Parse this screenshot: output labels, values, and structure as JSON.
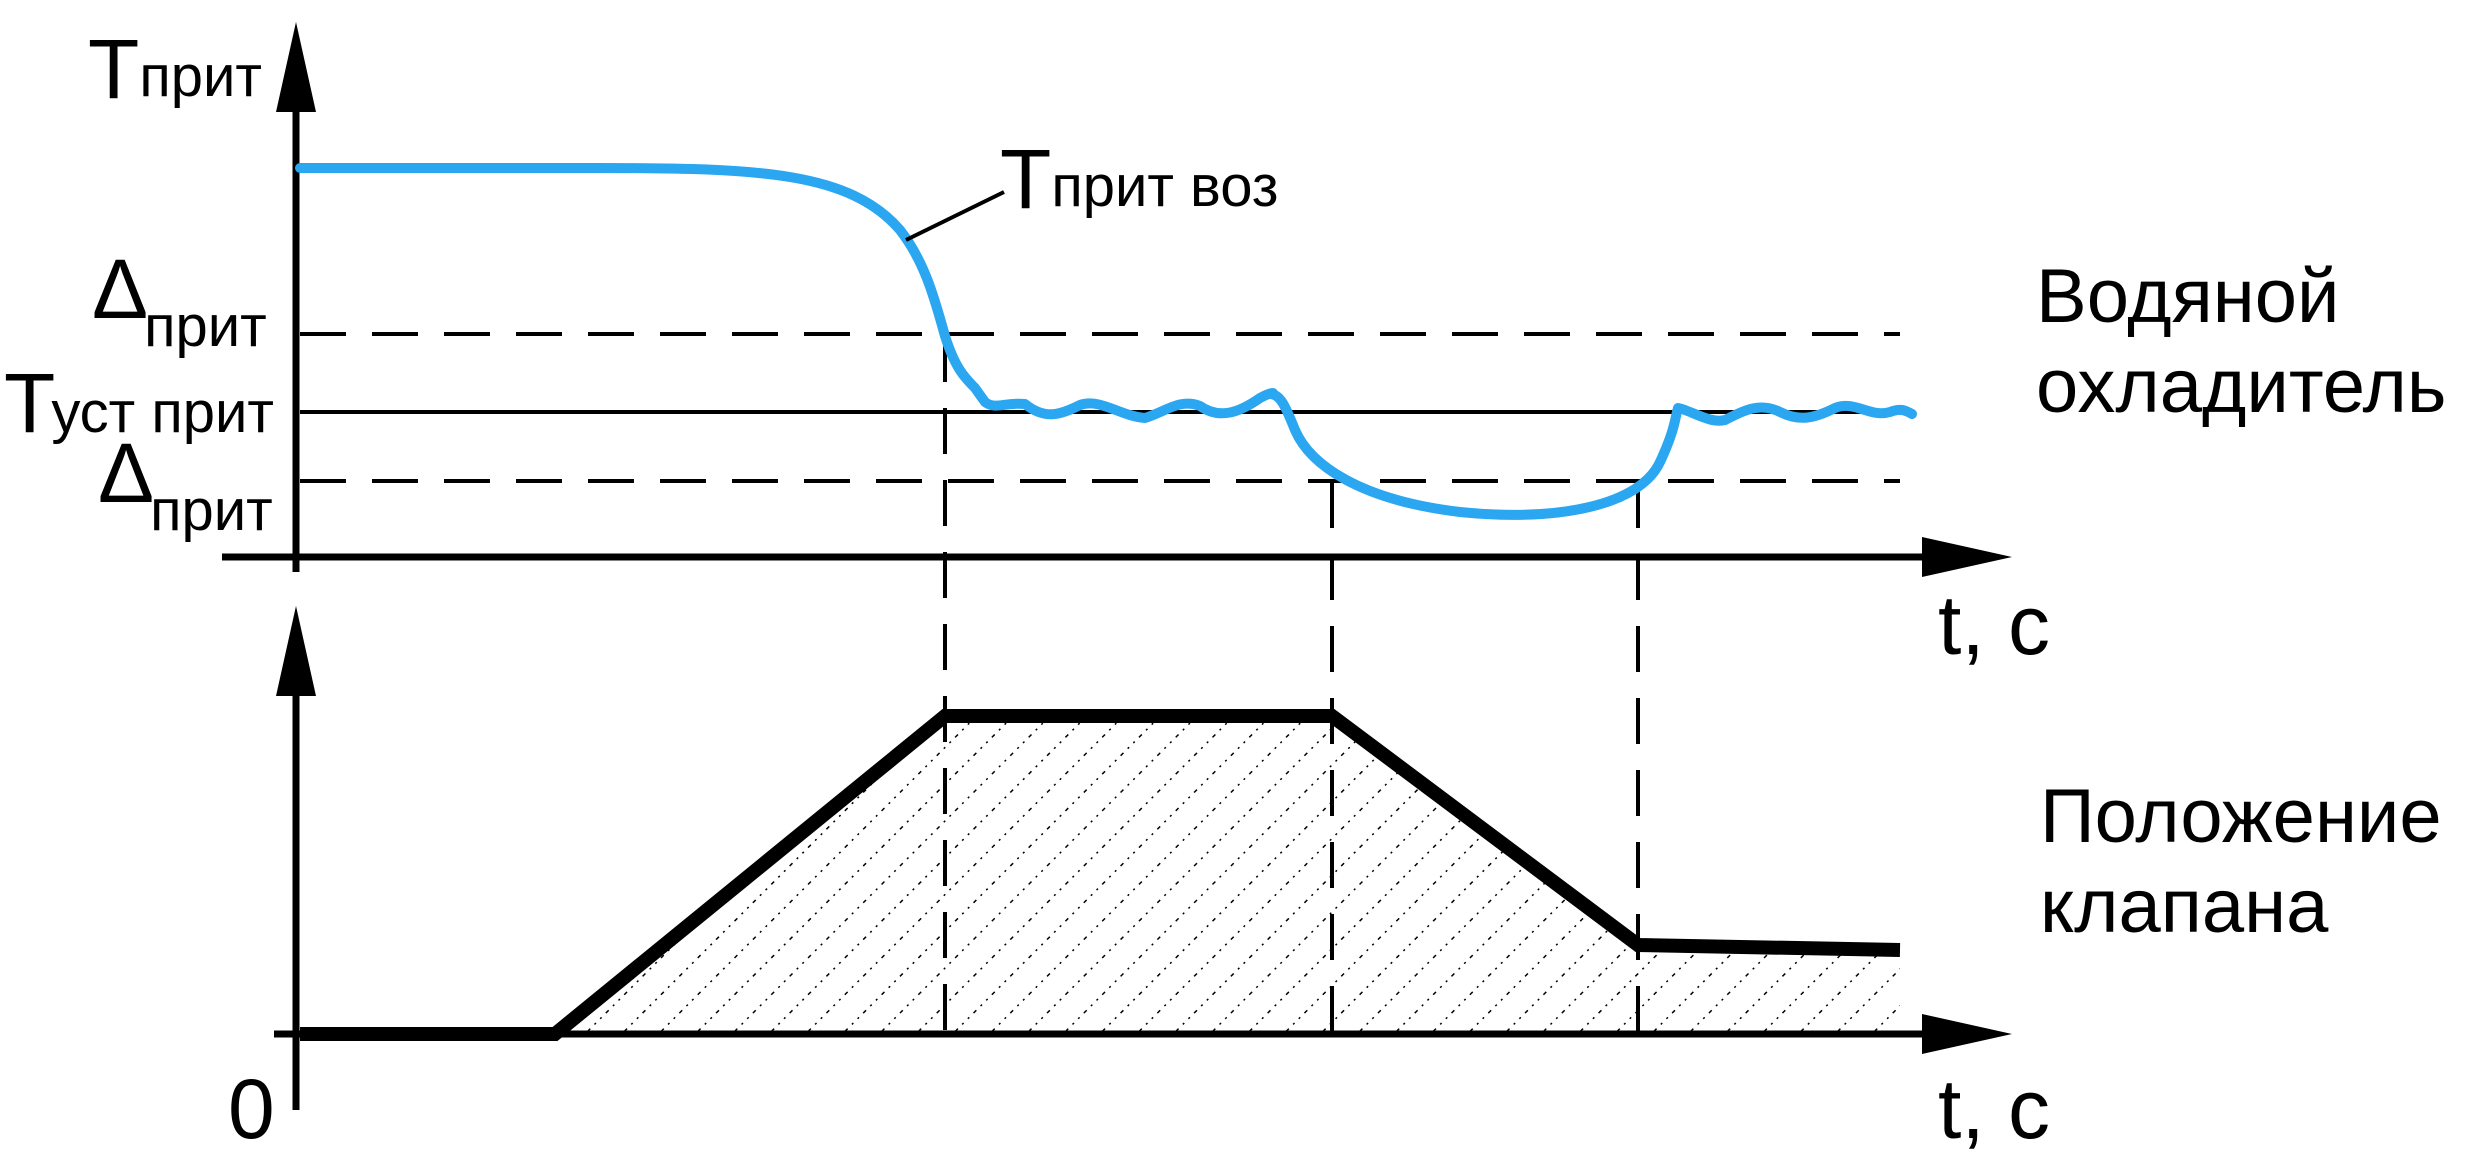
{
  "top_chart": {
    "y_axis_label": {
      "main": "T",
      "sub": "прит"
    },
    "curve_label": {
      "main": "T",
      "sub": "прит воз"
    },
    "upper_band_label": {
      "main": "Δ",
      "sub": "прит"
    },
    "setpoint_label": {
      "main": "T",
      "sub": "уст прит"
    },
    "lower_band_label": {
      "main": "Δ",
      "sub": "прит"
    },
    "x_axis_label": "t, c",
    "side_title": [
      "Водяной",
      "охладитель"
    ]
  },
  "bottom_chart": {
    "origin_label": "0",
    "x_axis_label": "t, c",
    "side_title": [
      "Положение",
      "клапана"
    ]
  },
  "colors": {
    "air_temperature_curve": "#2aa7f0",
    "axes": "#000000",
    "valve_curve": "#000000"
  }
}
